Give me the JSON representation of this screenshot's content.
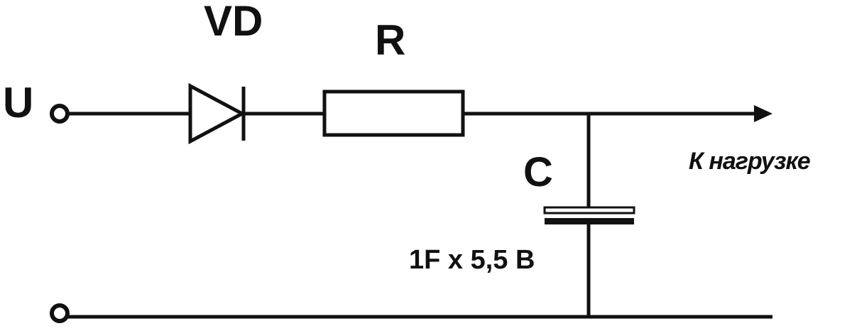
{
  "labels": {
    "input_voltage": "U",
    "diode": "VD",
    "resistor": "R",
    "capacitor": "C",
    "capacitor_value": "1F x 5,5 B",
    "load": "К нагрузке"
  },
  "colors": {
    "line": "#111111",
    "background": "#ffffff"
  }
}
